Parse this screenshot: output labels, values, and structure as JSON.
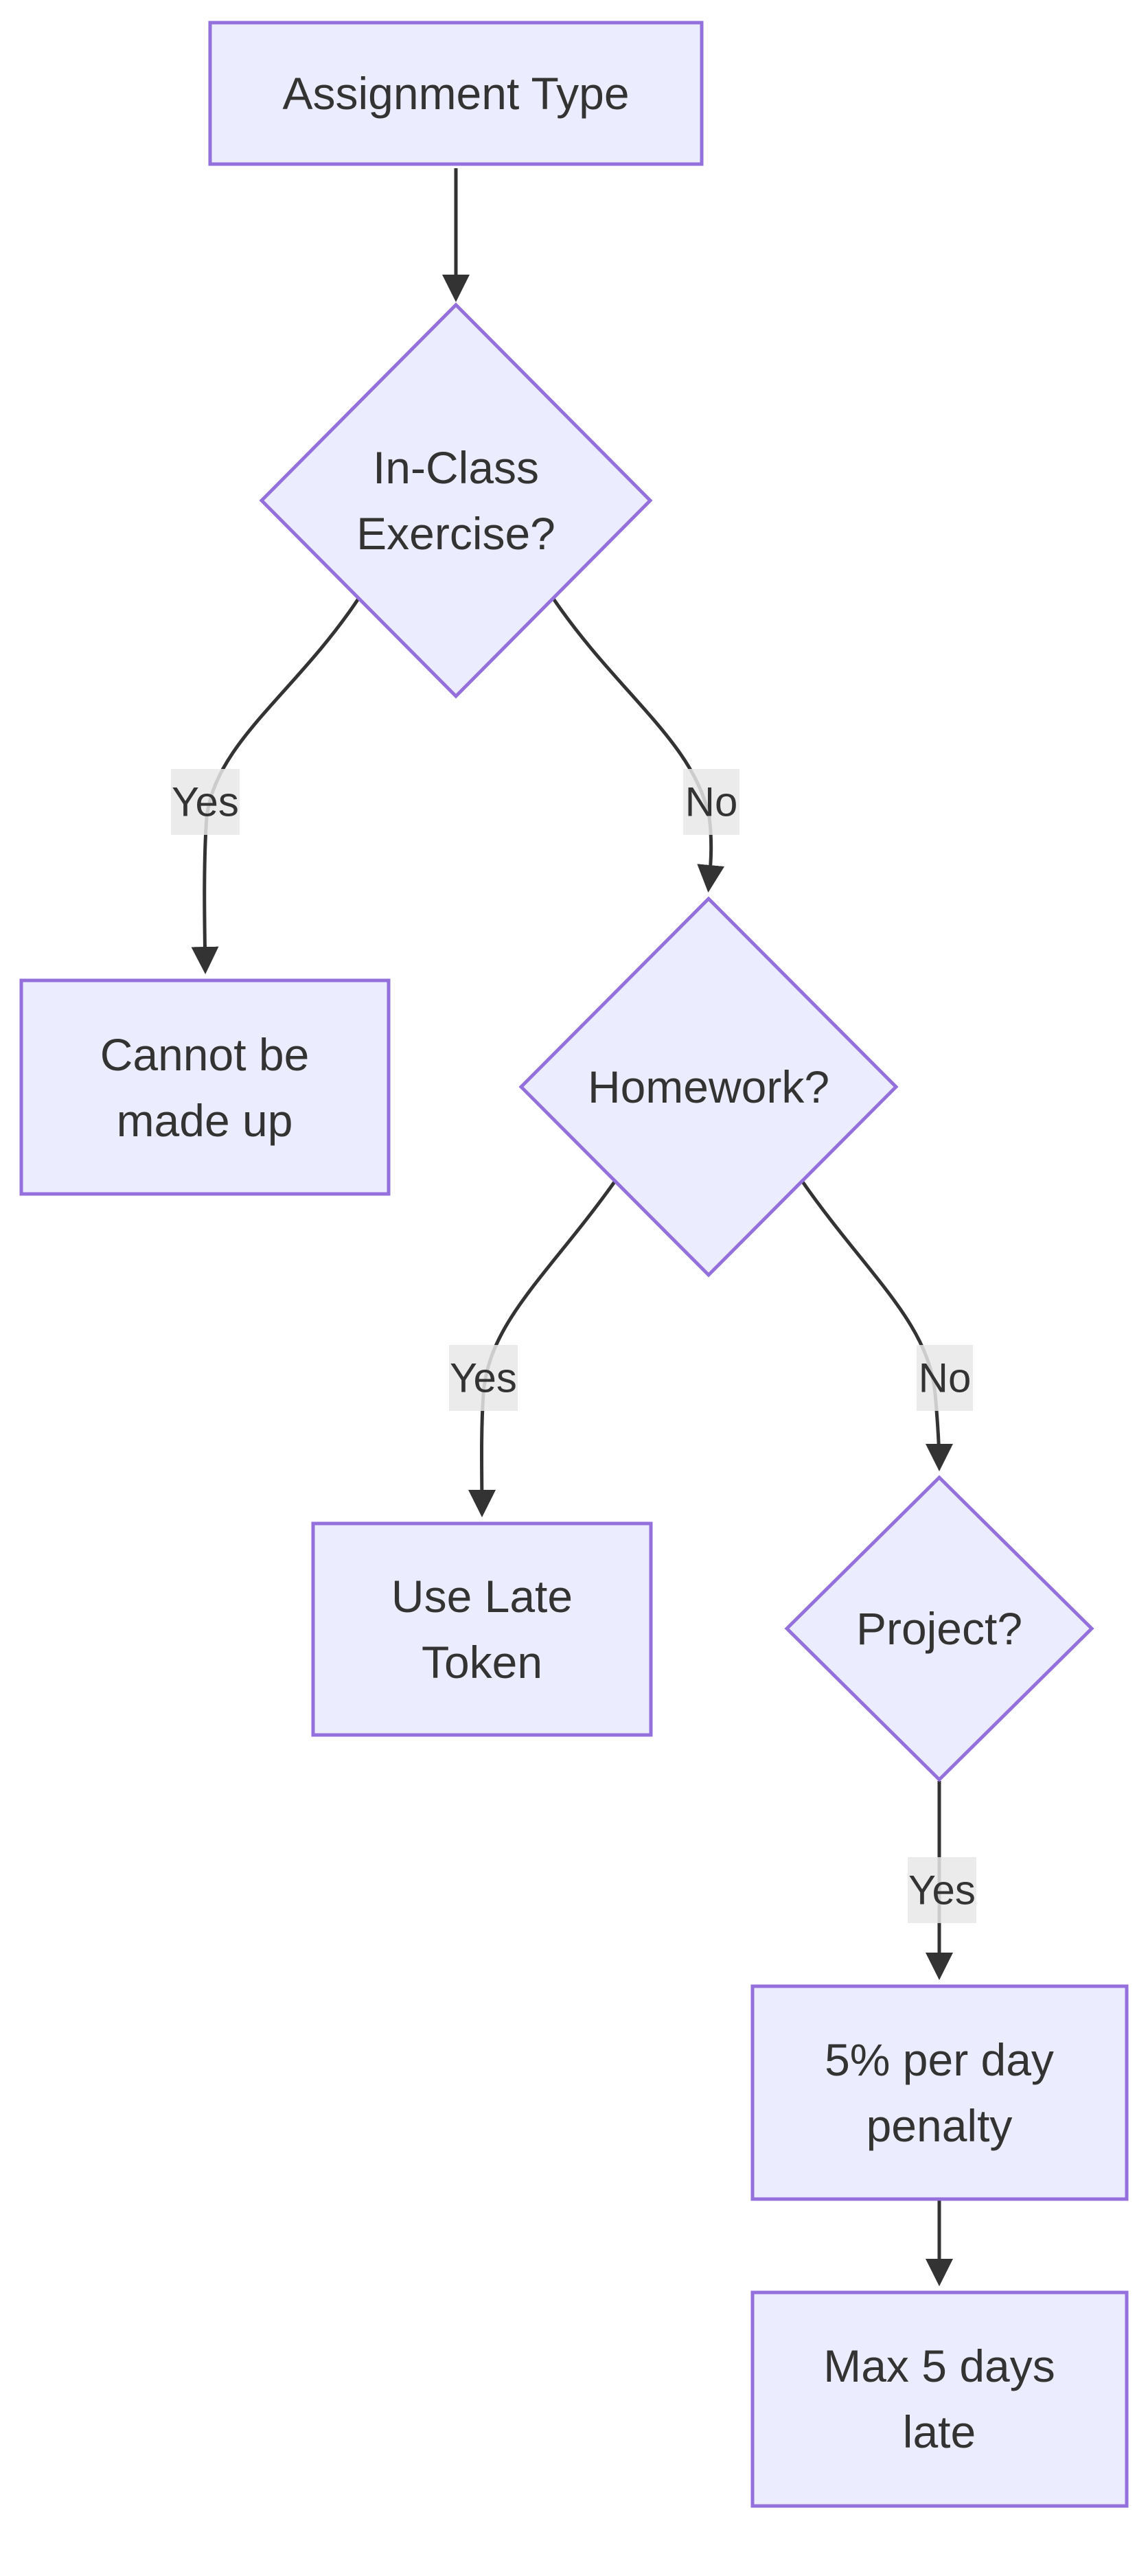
{
  "diagram": {
    "type": "flowchart",
    "direction": "top-down",
    "nodes": {
      "assignment_type": {
        "shape": "process",
        "label": "Assignment Type"
      },
      "in_class": {
        "shape": "decision",
        "line1": "In-Class",
        "line2": "Exercise?"
      },
      "cannot_make_up": {
        "shape": "process",
        "line1": "Cannot be",
        "line2": "made up"
      },
      "homework": {
        "shape": "decision",
        "label": "Homework?"
      },
      "use_late_token": {
        "shape": "process",
        "line1": "Use Late",
        "line2": "Token"
      },
      "project": {
        "shape": "decision",
        "label": "Project?"
      },
      "penalty": {
        "shape": "process",
        "line1": "5% per day",
        "line2": "penalty"
      },
      "max_late": {
        "shape": "process",
        "line1": "Max 5 days",
        "line2": "late"
      }
    },
    "edges": [
      {
        "from": "assignment_type",
        "to": "in_class",
        "label": ""
      },
      {
        "from": "in_class",
        "to": "cannot_make_up",
        "label": "Yes"
      },
      {
        "from": "in_class",
        "to": "homework",
        "label": "No"
      },
      {
        "from": "homework",
        "to": "use_late_token",
        "label": "Yes"
      },
      {
        "from": "homework",
        "to": "project",
        "label": "No"
      },
      {
        "from": "project",
        "to": "penalty",
        "label": "Yes"
      },
      {
        "from": "penalty",
        "to": "max_late",
        "label": ""
      }
    ],
    "colors": {
      "node_fill": "#ECECFF",
      "node_border": "#9370DB",
      "edge": "#333333",
      "label_bg": "#e8e8e8",
      "text": "#333333",
      "background": "#ffffff"
    }
  }
}
